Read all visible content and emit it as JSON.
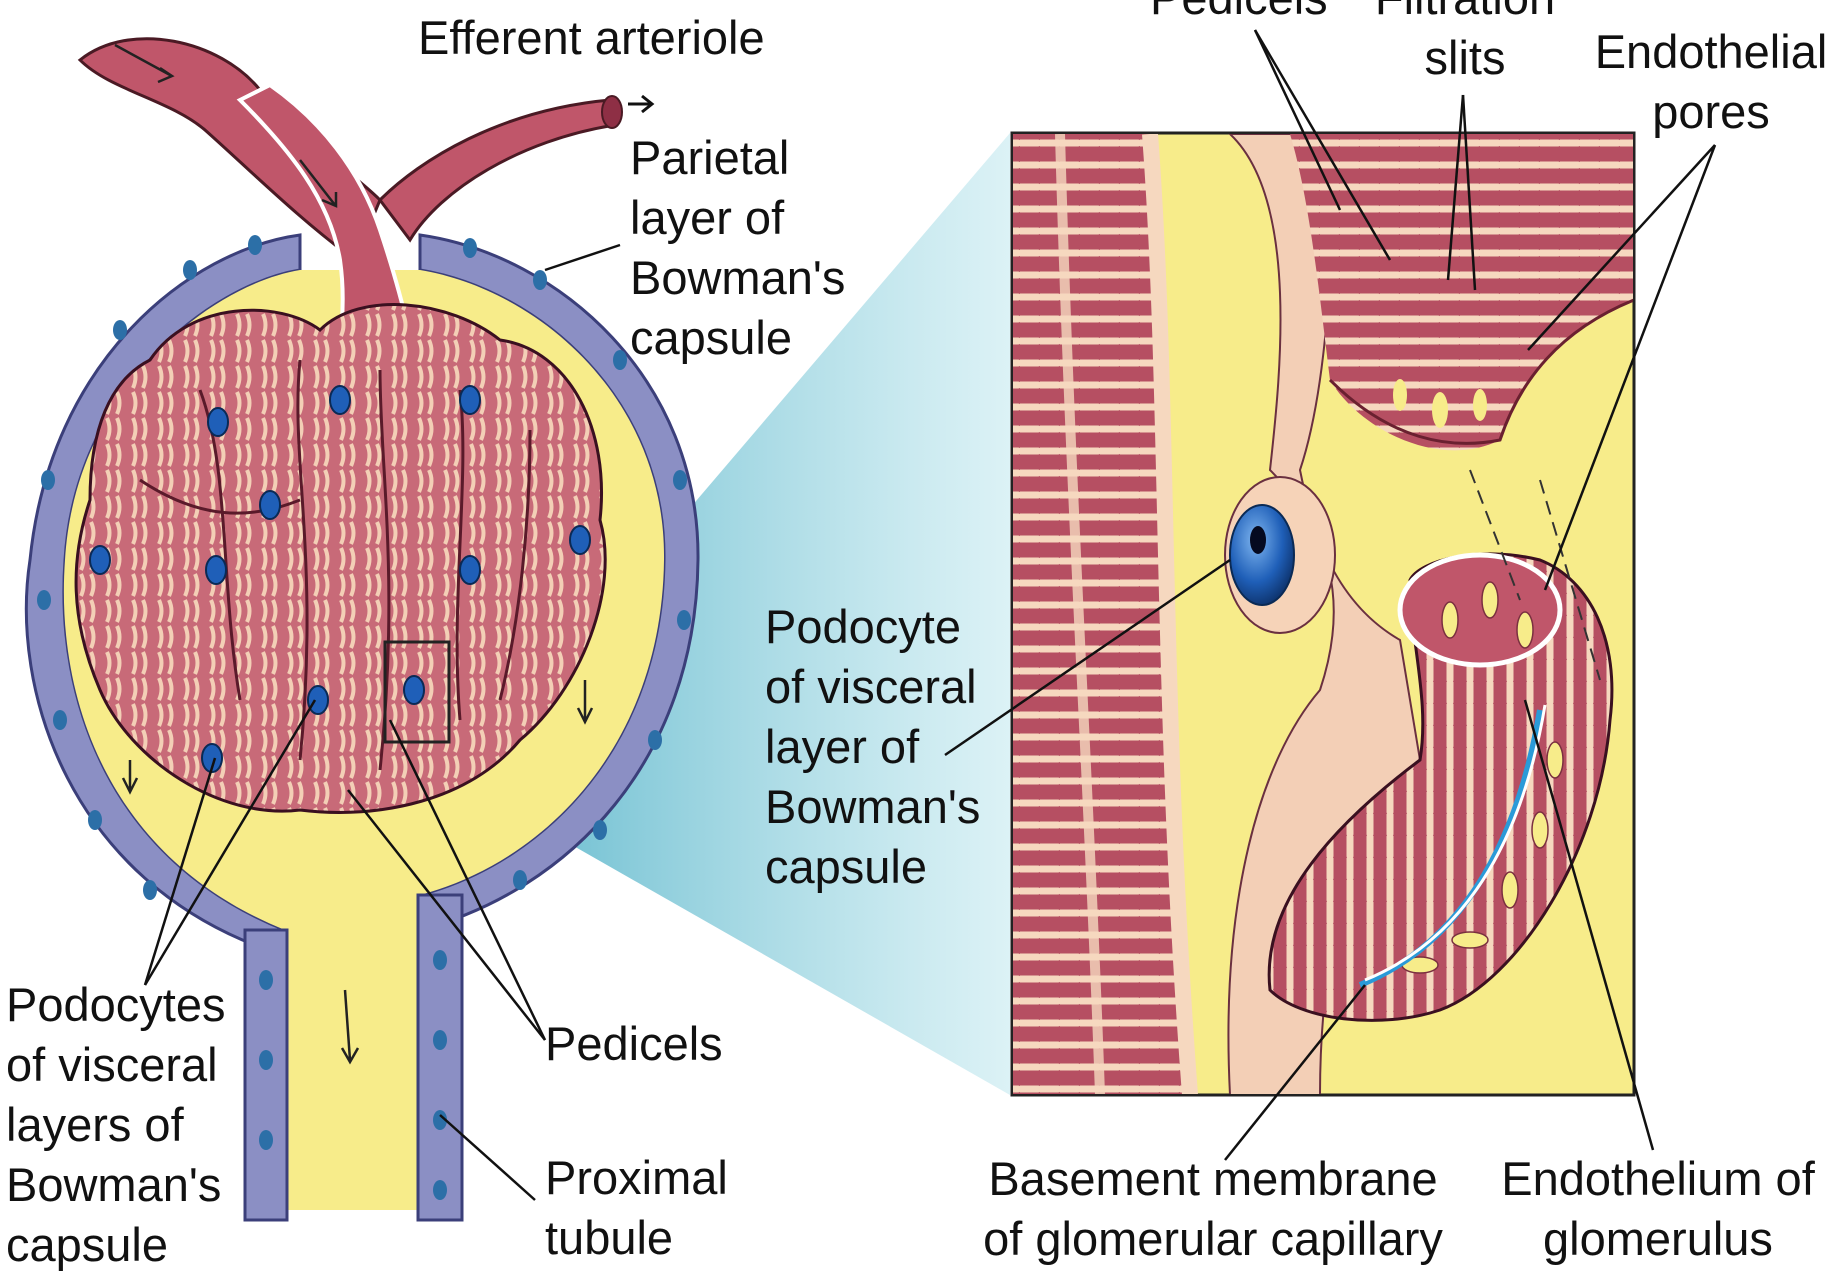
{
  "colors": {
    "capsule_space": "#f7ec8a",
    "capsule_wall": "#8b8fc4",
    "capsule_nucleus": "#2c6fa7",
    "vessel": "#c0566a",
    "vessel_dark": "#8e2f45",
    "glomerulus": "#c86a78",
    "pedicel_light": "#f3cfb6",
    "podocyte_nucleus": "#1f5fb8",
    "basement_membrane": "#2a9ad8",
    "magnify_cone": "#7fcfdc"
  },
  "labels": {
    "efferent_arteriole": "Efferent arteriole",
    "parietal_layer": [
      "Parietal",
      "layer of",
      "Bowman's",
      "capsule"
    ],
    "podocytes_visceral": [
      "Podocytes",
      "of visceral",
      "layers of",
      "Bowman's",
      "capsule"
    ],
    "pedicels_left": "Pedicels",
    "proximal_tubule": [
      "Proximal",
      "tubule"
    ],
    "pedicels_top": "Pedicels",
    "filtration_slits": [
      "Filtration",
      "slits"
    ],
    "endothelial_pores": [
      "Endothelial",
      "pores"
    ],
    "podocyte_single": [
      "Podocyte",
      "of visceral",
      "layer of",
      "Bowman's",
      "capsule"
    ],
    "basement_membrane": [
      "Basement membrane",
      "of glomerular capillary"
    ],
    "endothelium": [
      "Endothelium of",
      "glomerulus"
    ]
  }
}
